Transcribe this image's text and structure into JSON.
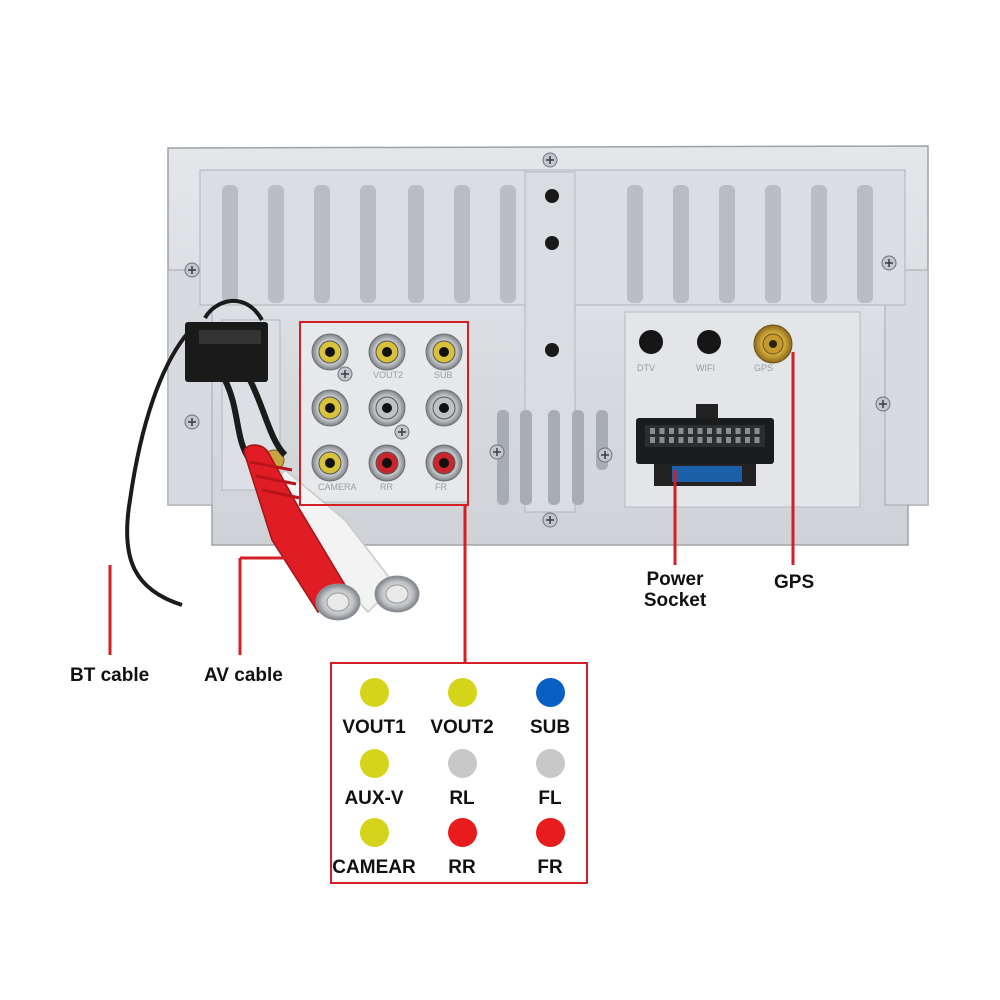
{
  "labels": {
    "bt_cable": "BT cable",
    "av_cable": "AV cable",
    "power_socket_line1": "Power",
    "power_socket_line2": "Socket",
    "gps": "GPS"
  },
  "panel_markings": {
    "vout2": "VOUT2",
    "sub": "SUB",
    "dtv": "DTV",
    "wifi": "WIFI",
    "gps": "GPS",
    "camera": "CAMERA",
    "rr": "RR",
    "fr": "FR"
  },
  "legend": {
    "rows": [
      [
        {
          "label": "VOUT1",
          "color": "#d4d41a"
        },
        {
          "label": "VOUT2",
          "color": "#d4d41a"
        },
        {
          "label": "SUB",
          "color": "#0a5fc4"
        }
      ],
      [
        {
          "label": "AUX-V",
          "color": "#d4d41a"
        },
        {
          "label": "RL",
          "color": "#c8c8c8"
        },
        {
          "label": "FL",
          "color": "#c8c8c8"
        }
      ],
      [
        {
          "label": "CAMEAR",
          "color": "#d4d41a"
        },
        {
          "label": "RR",
          "color": "#e81c1c"
        },
        {
          "label": "FR",
          "color": "#e81c1c"
        }
      ]
    ]
  },
  "colors": {
    "callout_line": "#d31f26",
    "panel": "#d6d9de",
    "panel_dark": "#b9bdc3"
  }
}
